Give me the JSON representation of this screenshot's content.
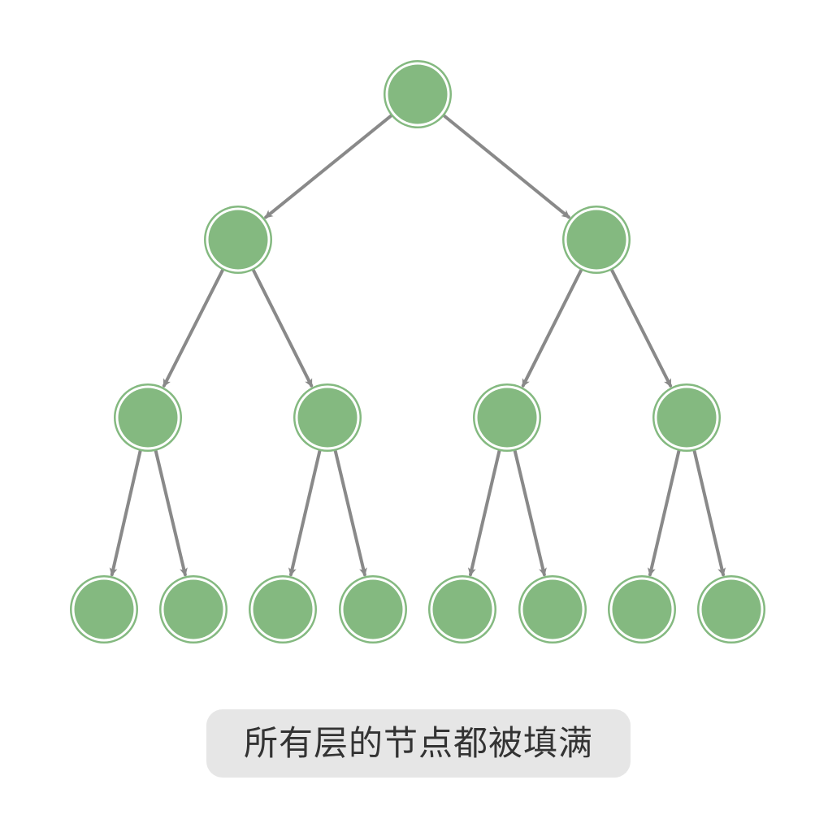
{
  "caption": "所有层的节点都被填满",
  "colors": {
    "node_fill": "#84b980",
    "node_ring": "#84b980",
    "node_gap": "#ffffff",
    "edge": "#898989",
    "caption_bg": "#e6e6e6",
    "caption_text": "#333333"
  },
  "tree": {
    "type": "perfect-binary-tree",
    "levels": 4,
    "node_count": 15
  }
}
